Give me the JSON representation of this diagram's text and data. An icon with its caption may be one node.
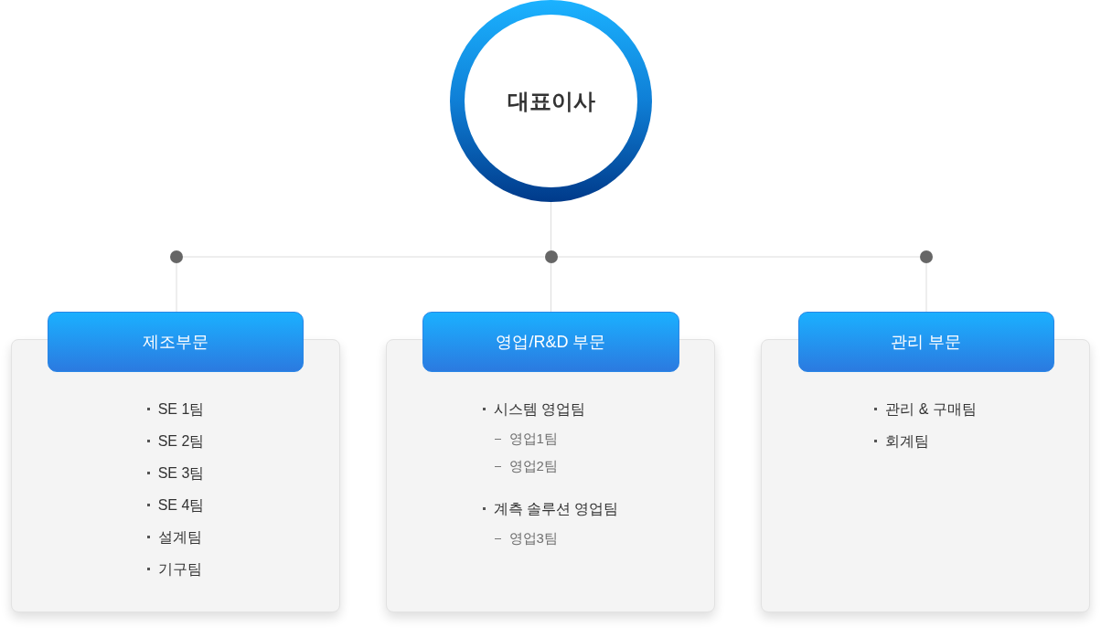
{
  "diagram": {
    "nodes": [
      {
        "text": [
          "대표이사"
        ]
      },
      {
        "text": [],
        "shape": "circle"
      },
      {
        "text": [],
        "shape": "circle"
      },
      {
        "text": [],
        "shape": "circle"
      },
      {
        "text": [
          "제조부문"
        ]
      },
      {
        "text": [
          "SE 1팀",
          "SE 2팀",
          "SE 3팀",
          "SE 4팀",
          "설계팀",
          "기구팀"
        ]
      },
      {
        "text": [
          "영업/R&D 부문"
        ]
      },
      {
        "text": [
          "시스템 영업팀",
          "영업1팀",
          "영업2팀",
          "계측 솔루션 영업팀",
          "영업3팀"
        ]
      },
      {
        "text": [
          "관리 부문"
        ]
      },
      {
        "text": [
          "관리 & 구매팀",
          "회계팀"
        ]
      }
    ],
    "edges": [
      {
        "from": 0,
        "to": 2,
        "arrow": "none"
      },
      {
        "from": 2,
        "to": 1,
        "arrow": "none"
      },
      {
        "from": 2,
        "to": 3,
        "arrow": "none"
      },
      {
        "from": 1,
        "to": 4,
        "arrow": "none"
      },
      {
        "from": 2,
        "to": 6,
        "arrow": "none"
      },
      {
        "from": 3,
        "to": 8,
        "arrow": "none"
      }
    ]
  }
}
